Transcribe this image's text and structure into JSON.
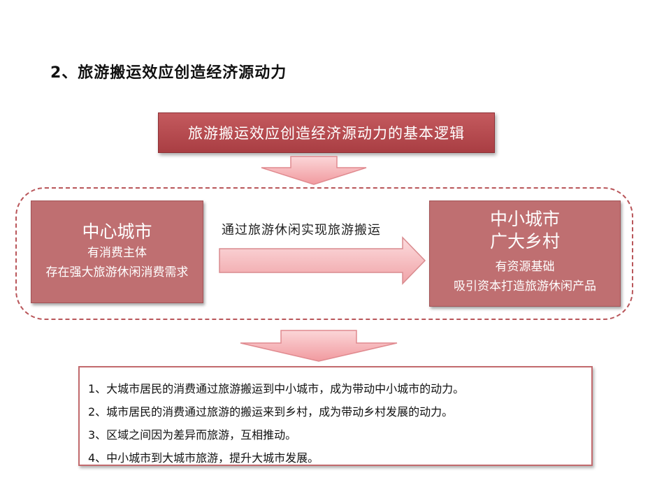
{
  "title": "2、旅游搬运效应创造经济源动力",
  "top_box": "旅游搬运效应创造经济源动力的基本逻辑",
  "left_city": {
    "title": "中心城市",
    "lines": [
      "有消费主体",
      "存在强大旅游休闲消费需求"
    ]
  },
  "arrow_label": "通过旅游休闲实现旅游搬运",
  "right_city": {
    "title_line1": "中小城市",
    "title_line2": "广大乡村",
    "lines": [
      "有资源基础",
      "吸引资本打造旅游休闲产品"
    ]
  },
  "notes": [
    "1、大城市居民的消费通过旅游搬运到中小城市，成为带动中小城市的动力。",
    "2、城市居民的消费通过旅游的搬运来到乡村，成为带动乡村发展的动力。",
    "3、区域之间因为差异而旅游，互相推动。",
    "4、中小城市到大城市旅游，提升大城市发展。"
  ],
  "colors": {
    "dark_red": "#a93e43",
    "mid_red": "#bf6f71",
    "arrow_pink": "#f5b8bb"
  }
}
